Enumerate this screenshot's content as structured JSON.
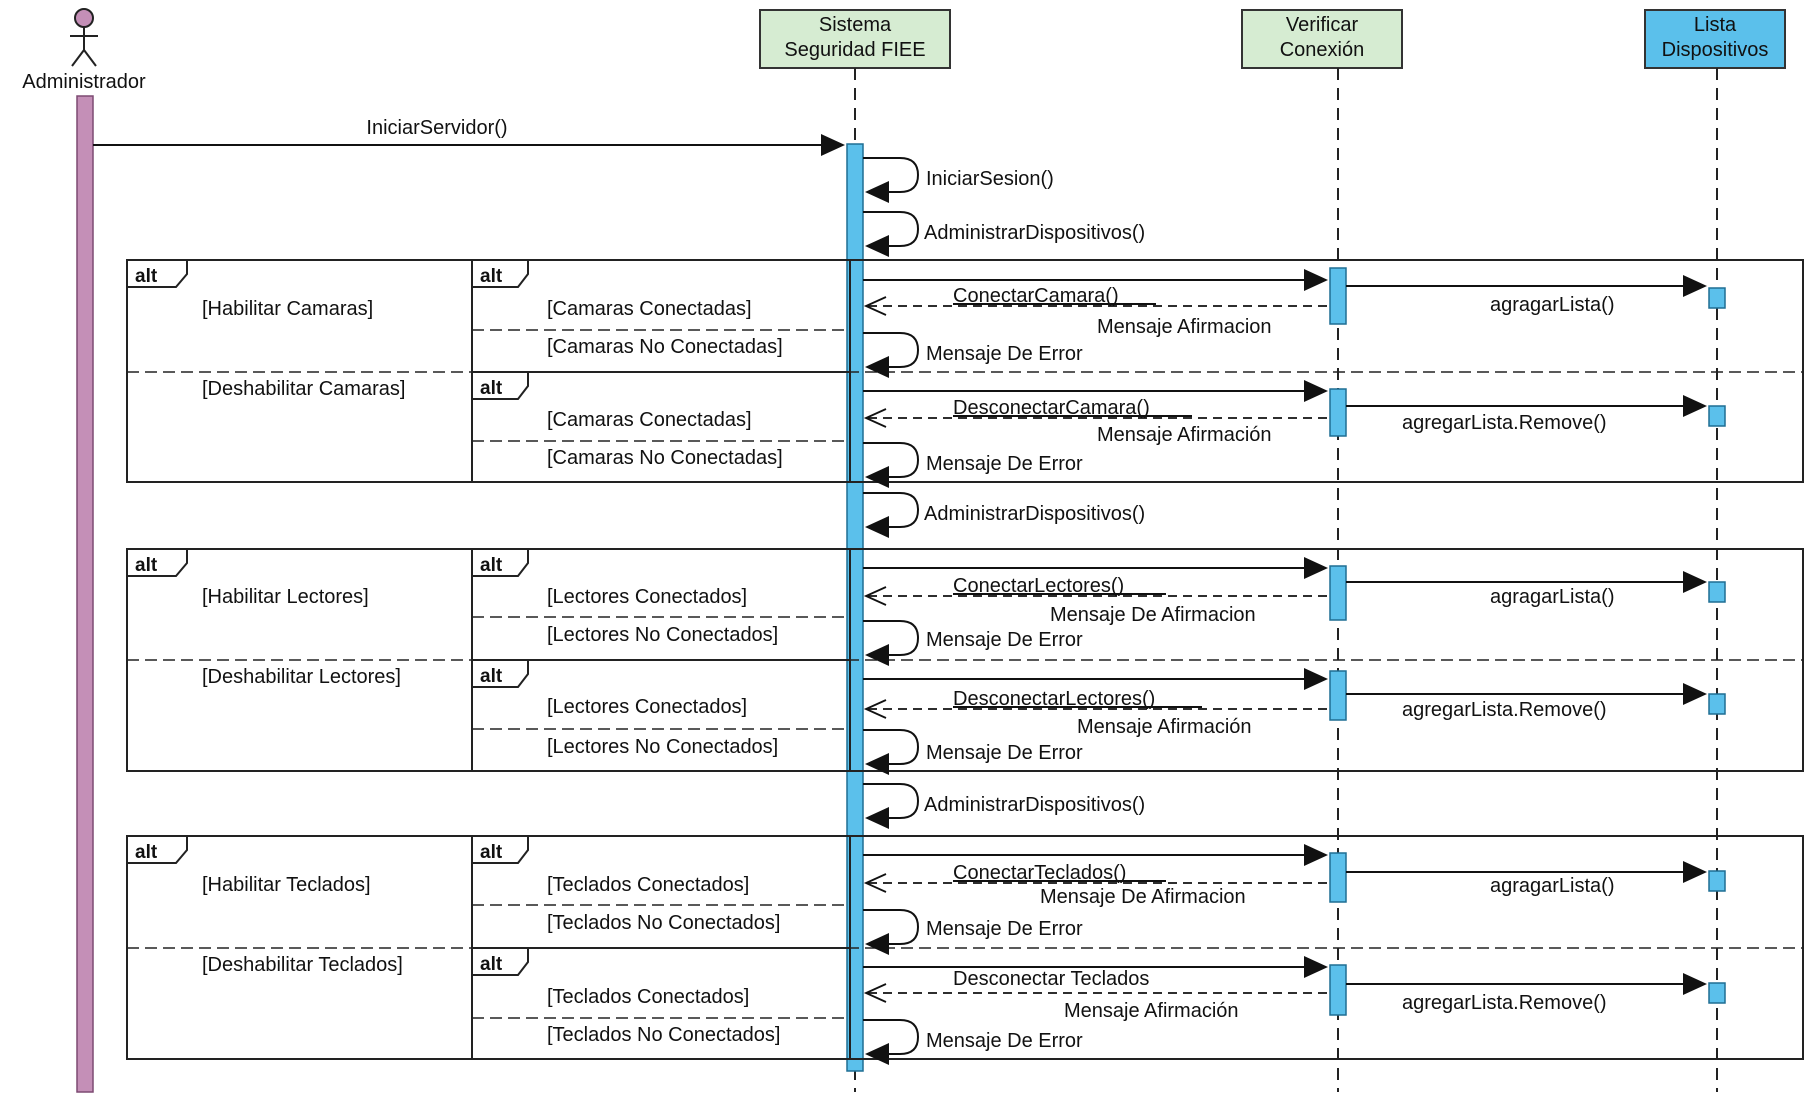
{
  "actor": {
    "name": "Administrador"
  },
  "participants": {
    "sistema": {
      "line1": "Sistema",
      "line2": "Seguridad FIEE",
      "fill": "#d6ecd2"
    },
    "verificar": {
      "line1": "Verificar",
      "line2": "Conexión",
      "fill": "#d6ecd2"
    },
    "lista": {
      "line1": "Lista",
      "line2": "Dispositivos",
      "fill": "#5bc0eb"
    }
  },
  "messages": {
    "iniciar_servidor": "IniciarServidor()",
    "iniciar_sesion": "IniciarSesion()",
    "administrar": "AdministrarDispositivos()",
    "alt_keyword": "alt"
  },
  "camaras": {
    "guard_enable": "[Habilitar Camaras]",
    "guard_disable": "[Deshabilitar Camaras]",
    "enable": {
      "guard_ok": "[Camaras Conectadas]",
      "guard_fail": "[Camaras No Conectadas]",
      "call": "ConectarCamara()",
      "reply": "Mensaje Afirmacion",
      "list": "agragarLista()",
      "error": "Mensaje De Error"
    },
    "disable": {
      "guard_ok": "[Camaras Conectadas]",
      "guard_fail": "[Camaras No Conectadas]",
      "call": "DesconectarCamara()",
      "reply": "Mensaje Afirmación",
      "list": "agregarLista.Remove()",
      "error": "Mensaje De Error"
    }
  },
  "lectores": {
    "guard_enable": "[Habilitar Lectores]",
    "guard_disable": "[Deshabilitar Lectores]",
    "enable": {
      "guard_ok": "[Lectores Conectados]",
      "guard_fail": "[Lectores No Conectados]",
      "call": "ConectarLectores()",
      "reply": "Mensaje De Afirmacion",
      "list": "agragarLista()",
      "error": "Mensaje De Error"
    },
    "disable": {
      "guard_ok": "[Lectores Conectados]",
      "guard_fail": "[Lectores No Conectados]",
      "call": "DesconectarLectores()",
      "reply": "Mensaje Afirmación",
      "list": "agregarLista.Remove()",
      "error": "Mensaje De Error"
    }
  },
  "teclados": {
    "guard_enable": "[Habilitar Teclados]",
    "guard_disable": "[Deshabilitar Teclados]",
    "enable": {
      "guard_ok": "[Teclados Conectados]",
      "guard_fail": "[Teclados No Conectados]",
      "call": "ConectarTeclados()",
      "reply": "Mensaje De Afirmacion",
      "list": "agragarLista()",
      "error": "Mensaje De Error"
    },
    "disable": {
      "guard_ok": "[Teclados Conectados]",
      "guard_fail": "[Teclados No Conectados]",
      "call": "Desconectar Teclados",
      "reply": "Mensaje Afirmación",
      "list": "agregarLista.Remove()",
      "error": "Mensaje De Error"
    }
  }
}
